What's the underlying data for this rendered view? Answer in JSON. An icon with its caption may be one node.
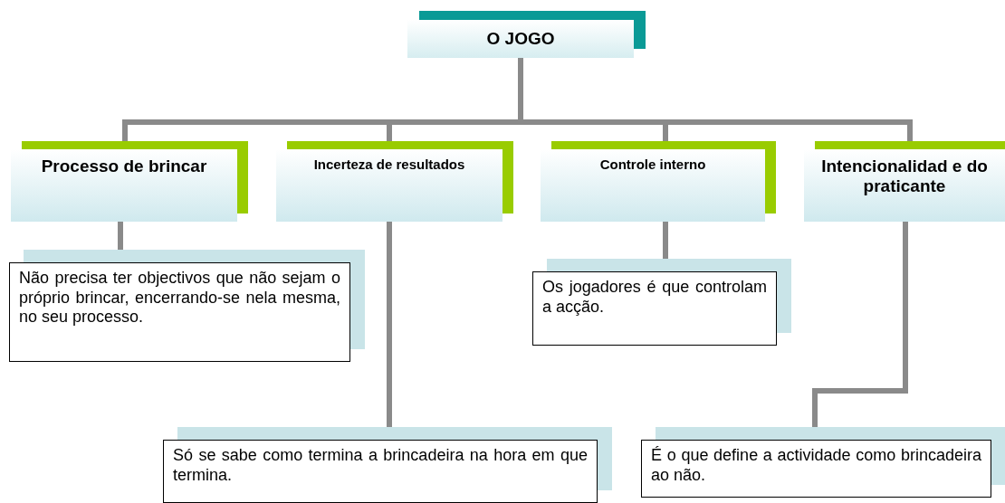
{
  "diagram": {
    "nodes": [
      {
        "text": [
          "O JOGO"
        ]
      },
      {
        "text": [
          "Processo de brincar"
        ]
      },
      {
        "text": [
          "Incerteza de resultados"
        ]
      },
      {
        "text": [
          "Controle interno"
        ]
      },
      {
        "text": [
          "Intencionalidad e do praticante"
        ]
      },
      {
        "text": [
          "Não precisa ter objectivos que não sejam o próprio brincar, encerrando-se nela mesma, no seu processo."
        ]
      },
      {
        "text": [
          "Os jogadores é que controlam a acção."
        ]
      },
      {
        "text": [
          "Só se sabe como termina a brincadeira na hora em que termina."
        ]
      },
      {
        "text": [
          "É o que define a actividade como brincadeira ao não."
        ]
      }
    ],
    "edges": [
      {
        "from": 0,
        "to": 1,
        "arrow": "none"
      },
      {
        "from": 0,
        "to": 2,
        "arrow": "none"
      },
      {
        "from": 0,
        "to": 3,
        "arrow": "none"
      },
      {
        "from": 0,
        "to": 4,
        "arrow": "none"
      },
      {
        "from": 1,
        "to": 5,
        "arrow": "none"
      },
      {
        "from": 2,
        "to": 7,
        "arrow": "none"
      },
      {
        "from": 3,
        "to": 6,
        "arrow": "none"
      },
      {
        "from": 4,
        "to": 8,
        "arrow": "none"
      }
    ]
  }
}
